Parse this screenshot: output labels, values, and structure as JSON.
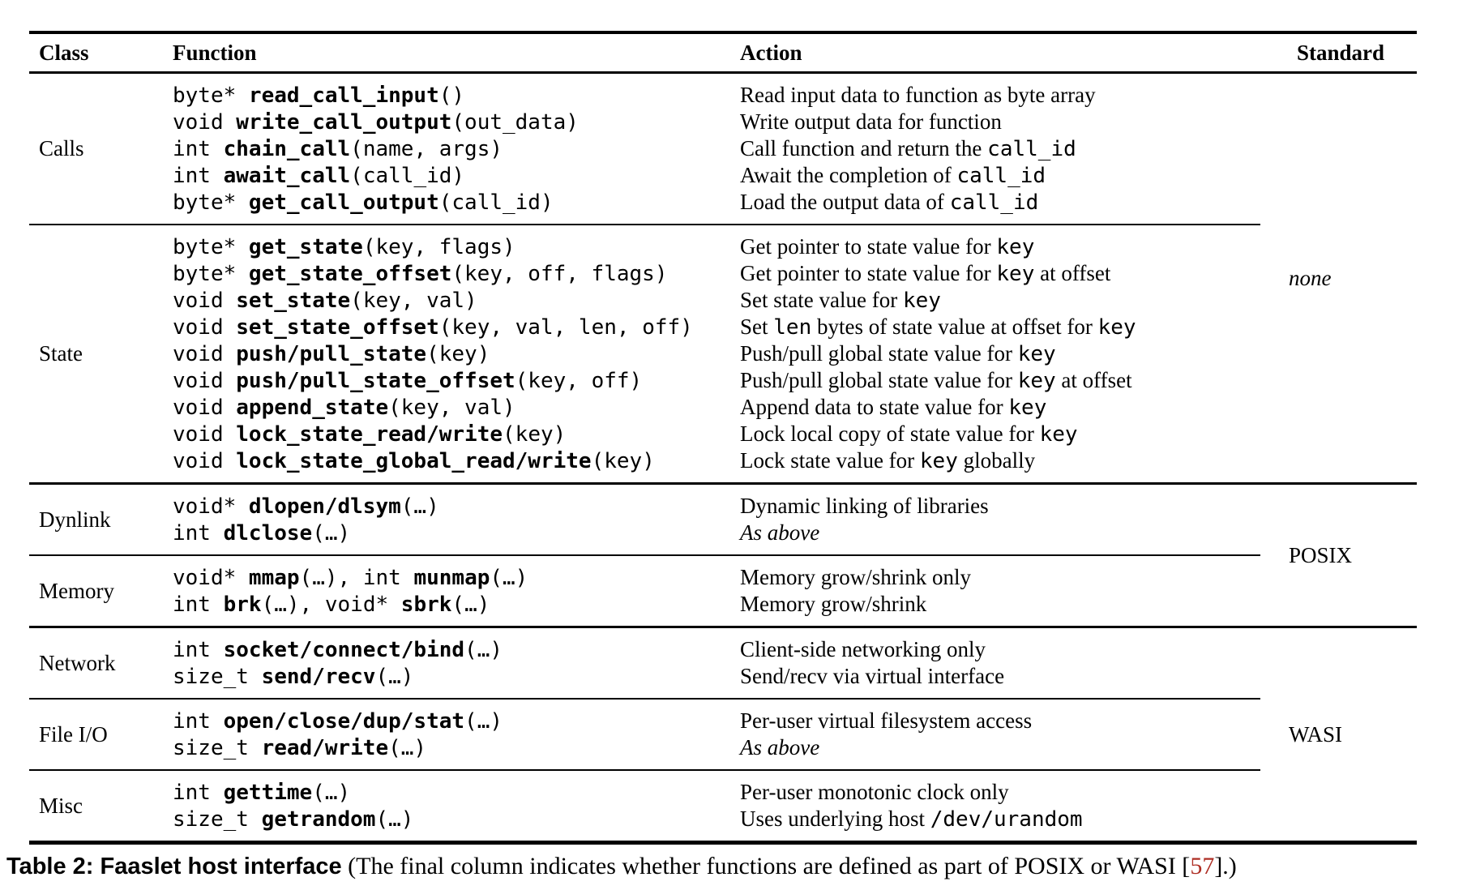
{
  "page": {
    "background": "#ffffff",
    "text_color": "#000000",
    "rule_color": "#000000",
    "citation_color": "#ae2e24"
  },
  "table": {
    "headers": {
      "class": "Class",
      "function": "Function",
      "action": "Action",
      "standard": "Standard"
    },
    "groups": [
      {
        "standard": "none",
        "standard_italic": true,
        "sections": [
          {
            "class": "Calls",
            "rows": [
              {
                "fn": [
                  {
                    "t": "byte* ",
                    "c": "m"
                  },
                  {
                    "t": "read_call_input",
                    "c": "mb"
                  },
                  {
                    "t": "()",
                    "c": "m"
                  }
                ],
                "action": [
                  {
                    "t": "Read input data to function as byte array"
                  }
                ]
              },
              {
                "fn": [
                  {
                    "t": "void ",
                    "c": "m"
                  },
                  {
                    "t": "write_call_output",
                    "c": "mb"
                  },
                  {
                    "t": "(out_data)",
                    "c": "m"
                  }
                ],
                "action": [
                  {
                    "t": "Write output data for function"
                  }
                ]
              },
              {
                "fn": [
                  {
                    "t": "int ",
                    "c": "m"
                  },
                  {
                    "t": "chain_call",
                    "c": "mb"
                  },
                  {
                    "t": "(name, args)",
                    "c": "m"
                  }
                ],
                "action": [
                  {
                    "t": "Call function and return the "
                  },
                  {
                    "t": "call_id",
                    "c": "m"
                  }
                ]
              },
              {
                "fn": [
                  {
                    "t": "int ",
                    "c": "m"
                  },
                  {
                    "t": "await_call",
                    "c": "mb"
                  },
                  {
                    "t": "(call_id)",
                    "c": "m"
                  }
                ],
                "action": [
                  {
                    "t": "Await the completion of "
                  },
                  {
                    "t": "call_id",
                    "c": "m"
                  }
                ]
              },
              {
                "fn": [
                  {
                    "t": "byte* ",
                    "c": "m"
                  },
                  {
                    "t": "get_call_output",
                    "c": "mb"
                  },
                  {
                    "t": "(call_id)",
                    "c": "m"
                  }
                ],
                "action": [
                  {
                    "t": "Load the output data of "
                  },
                  {
                    "t": "call_id",
                    "c": "m"
                  }
                ]
              }
            ]
          },
          {
            "class": "State",
            "rows": [
              {
                "fn": [
                  {
                    "t": "byte* ",
                    "c": "m"
                  },
                  {
                    "t": "get_state",
                    "c": "mb"
                  },
                  {
                    "t": "(key, flags)",
                    "c": "m"
                  }
                ],
                "action": [
                  {
                    "t": "Get pointer to state value for "
                  },
                  {
                    "t": "key",
                    "c": "m"
                  }
                ]
              },
              {
                "fn": [
                  {
                    "t": "byte* ",
                    "c": "m"
                  },
                  {
                    "t": "get_state_offset",
                    "c": "mb"
                  },
                  {
                    "t": "(key, off, flags)",
                    "c": "m"
                  }
                ],
                "action": [
                  {
                    "t": "Get pointer to state value for "
                  },
                  {
                    "t": "key",
                    "c": "m"
                  },
                  {
                    "t": " at offset"
                  }
                ]
              },
              {
                "fn": [
                  {
                    "t": "void ",
                    "c": "m"
                  },
                  {
                    "t": "set_state",
                    "c": "mb"
                  },
                  {
                    "t": "(key, val)",
                    "c": "m"
                  }
                ],
                "action": [
                  {
                    "t": "Set state value for "
                  },
                  {
                    "t": "key",
                    "c": "m"
                  }
                ]
              },
              {
                "fn": [
                  {
                    "t": "void ",
                    "c": "m"
                  },
                  {
                    "t": "set_state_offset",
                    "c": "mb"
                  },
                  {
                    "t": "(key, val, len, off)",
                    "c": "m"
                  }
                ],
                "action": [
                  {
                    "t": "Set "
                  },
                  {
                    "t": "len",
                    "c": "m"
                  },
                  {
                    "t": " bytes of state value at offset for "
                  },
                  {
                    "t": "key",
                    "c": "m"
                  }
                ]
              },
              {
                "fn": [
                  {
                    "t": "void ",
                    "c": "m"
                  },
                  {
                    "t": "push/pull_state",
                    "c": "mb"
                  },
                  {
                    "t": "(key)",
                    "c": "m"
                  }
                ],
                "action": [
                  {
                    "t": "Push/pull global state value for "
                  },
                  {
                    "t": "key",
                    "c": "m"
                  }
                ]
              },
              {
                "fn": [
                  {
                    "t": "void ",
                    "c": "m"
                  },
                  {
                    "t": "push/pull_state_offset",
                    "c": "mb"
                  },
                  {
                    "t": "(key, off)",
                    "c": "m"
                  }
                ],
                "action": [
                  {
                    "t": "Push/pull global state value for "
                  },
                  {
                    "t": "key",
                    "c": "m"
                  },
                  {
                    "t": " at offset"
                  }
                ]
              },
              {
                "fn": [
                  {
                    "t": "void ",
                    "c": "m"
                  },
                  {
                    "t": "append_state",
                    "c": "mb"
                  },
                  {
                    "t": "(key, val)",
                    "c": "m"
                  }
                ],
                "action": [
                  {
                    "t": "Append data to state value for "
                  },
                  {
                    "t": "key",
                    "c": "m"
                  }
                ]
              },
              {
                "fn": [
                  {
                    "t": "void ",
                    "c": "m"
                  },
                  {
                    "t": "lock_state_read/write",
                    "c": "mb"
                  },
                  {
                    "t": "(key)",
                    "c": "m"
                  }
                ],
                "action": [
                  {
                    "t": "Lock local copy of state value for "
                  },
                  {
                    "t": "key",
                    "c": "m"
                  }
                ]
              },
              {
                "fn": [
                  {
                    "t": "void ",
                    "c": "m"
                  },
                  {
                    "t": "lock_state_global_read/write",
                    "c": "mb"
                  },
                  {
                    "t": "(key)",
                    "c": "m"
                  }
                ],
                "action": [
                  {
                    "t": "Lock state value for "
                  },
                  {
                    "t": "key",
                    "c": "m"
                  },
                  {
                    "t": " globally"
                  }
                ]
              }
            ]
          }
        ]
      },
      {
        "standard": "POSIX",
        "standard_italic": false,
        "sections": [
          {
            "class": "Dynlink",
            "rows": [
              {
                "fn": [
                  {
                    "t": "void* ",
                    "c": "m"
                  },
                  {
                    "t": "dlopen/dlsym",
                    "c": "mb"
                  },
                  {
                    "t": "(…)",
                    "c": "m"
                  }
                ],
                "action": [
                  {
                    "t": "Dynamic linking of libraries"
                  }
                ]
              },
              {
                "fn": [
                  {
                    "t": "int ",
                    "c": "m"
                  },
                  {
                    "t": "dlclose",
                    "c": "mb"
                  },
                  {
                    "t": "(…)",
                    "c": "m"
                  }
                ],
                "action": [
                  {
                    "t": "As above",
                    "c": "i"
                  }
                ]
              }
            ]
          },
          {
            "class": "Memory",
            "rows": [
              {
                "fn": [
                  {
                    "t": "void* ",
                    "c": "m"
                  },
                  {
                    "t": "mmap",
                    "c": "mb"
                  },
                  {
                    "t": "(…), ",
                    "c": "m"
                  },
                  {
                    "t": "int ",
                    "c": "m"
                  },
                  {
                    "t": "munmap",
                    "c": "mb"
                  },
                  {
                    "t": "(…)",
                    "c": "m"
                  }
                ],
                "action": [
                  {
                    "t": "Memory grow/shrink only"
                  }
                ]
              },
              {
                "fn": [
                  {
                    "t": "int ",
                    "c": "m"
                  },
                  {
                    "t": "brk",
                    "c": "mb"
                  },
                  {
                    "t": "(…), ",
                    "c": "m"
                  },
                  {
                    "t": "void* ",
                    "c": "m"
                  },
                  {
                    "t": "sbrk",
                    "c": "mb"
                  },
                  {
                    "t": "(…)",
                    "c": "m"
                  }
                ],
                "action": [
                  {
                    "t": "Memory grow/shrink"
                  }
                ]
              }
            ]
          }
        ]
      },
      {
        "standard": "WASI",
        "standard_italic": false,
        "sections": [
          {
            "class": "Network",
            "rows": [
              {
                "fn": [
                  {
                    "t": "int ",
                    "c": "m"
                  },
                  {
                    "t": "socket/connect/bind",
                    "c": "mb"
                  },
                  {
                    "t": "(…)",
                    "c": "m"
                  }
                ],
                "action": [
                  {
                    "t": "Client-side networking only"
                  }
                ]
              },
              {
                "fn": [
                  {
                    "t": "size_t ",
                    "c": "m"
                  },
                  {
                    "t": "send/recv",
                    "c": "mb"
                  },
                  {
                    "t": "(…)",
                    "c": "m"
                  }
                ],
                "action": [
                  {
                    "t": "Send/recv via virtual interface"
                  }
                ]
              }
            ]
          },
          {
            "class": "File I/O",
            "rows": [
              {
                "fn": [
                  {
                    "t": "int ",
                    "c": "m"
                  },
                  {
                    "t": "open/close/dup/stat",
                    "c": "mb"
                  },
                  {
                    "t": "(…)",
                    "c": "m"
                  }
                ],
                "action": [
                  {
                    "t": "Per-user virtual filesystem access"
                  }
                ]
              },
              {
                "fn": [
                  {
                    "t": "size_t ",
                    "c": "m"
                  },
                  {
                    "t": "read/write",
                    "c": "mb"
                  },
                  {
                    "t": "(…)",
                    "c": "m"
                  }
                ],
                "action": [
                  {
                    "t": "As above",
                    "c": "i"
                  }
                ]
              }
            ]
          },
          {
            "class": "Misc",
            "rows": [
              {
                "fn": [
                  {
                    "t": "int ",
                    "c": "m"
                  },
                  {
                    "t": "gettime",
                    "c": "mb"
                  },
                  {
                    "t": "(…)",
                    "c": "m"
                  }
                ],
                "action": [
                  {
                    "t": "Per-user monotonic clock only"
                  }
                ]
              },
              {
                "fn": [
                  {
                    "t": "size_t ",
                    "c": "m"
                  },
                  {
                    "t": "getrandom",
                    "c": "mb"
                  },
                  {
                    "t": "(…)",
                    "c": "m"
                  }
                ],
                "action": [
                  {
                    "t": "Uses underlying host "
                  },
                  {
                    "t": "/dev/urandom",
                    "c": "m"
                  }
                ]
              }
            ]
          }
        ]
      }
    ]
  },
  "caption": {
    "label": "Table 2: Faaslet host interface",
    "text_before_cite": " (The final column indicates whether functions are defined as part of POSIX or WASI [",
    "citation": "57",
    "text_after_cite": "].)"
  }
}
